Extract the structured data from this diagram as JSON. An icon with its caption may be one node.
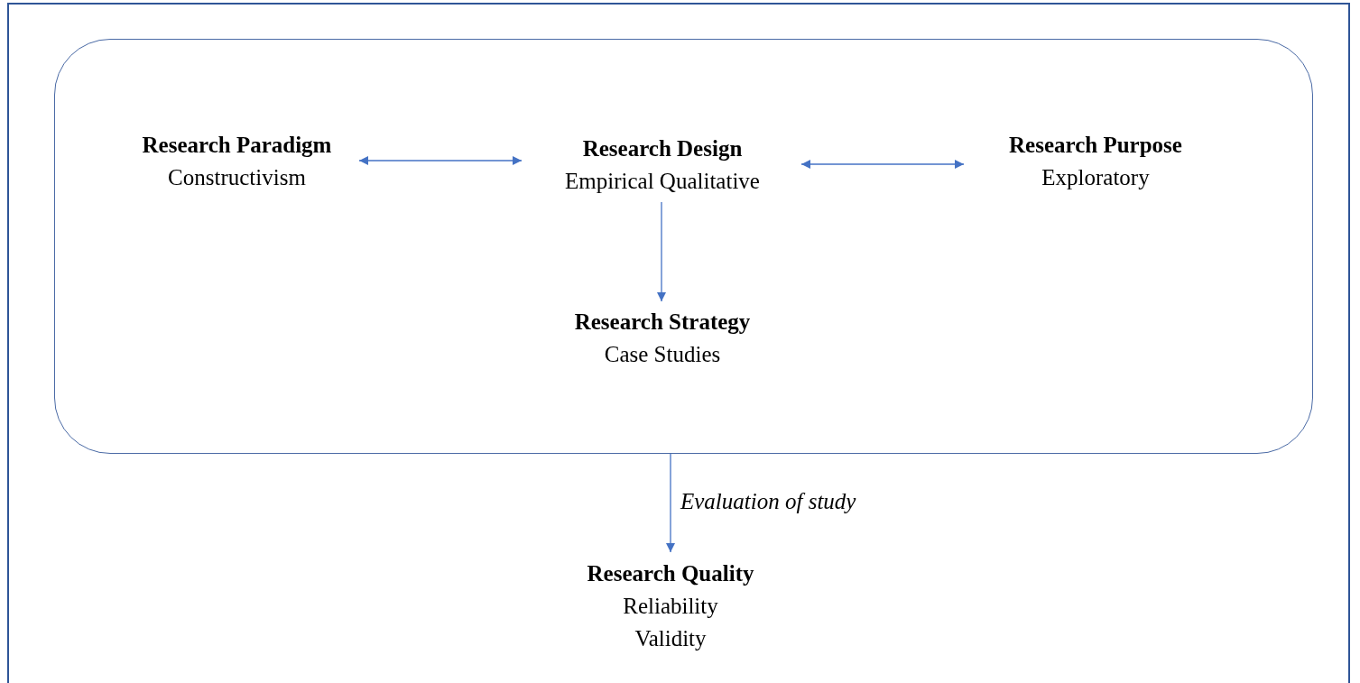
{
  "diagram": {
    "nodes": [
      {
        "text": [],
        "shape": "box"
      },
      {
        "text": [
          "Research Paradigm",
          "Constructivism"
        ],
        "in": 0
      },
      {
        "text": [
          "Research Design",
          "Empirical Qualitative"
        ],
        "in": 0
      },
      {
        "text": [
          "Research Purpose",
          "Exploratory"
        ],
        "in": 0
      },
      {
        "text": [
          "Research Strategy",
          "Case Studies"
        ],
        "in": 0
      },
      {
        "text": [
          "Research Quality",
          "Reliability",
          "Validity"
        ]
      }
    ],
    "edges": [
      {
        "from": 1,
        "to": 2,
        "arrow": "both"
      },
      {
        "from": 2,
        "to": 3,
        "arrow": "both"
      },
      {
        "from": 2,
        "to": 4,
        "arrow": "to"
      },
      {
        "from": 0,
        "to": 5,
        "arrow": "to",
        "label": "Evaluation of study"
      }
    ]
  }
}
